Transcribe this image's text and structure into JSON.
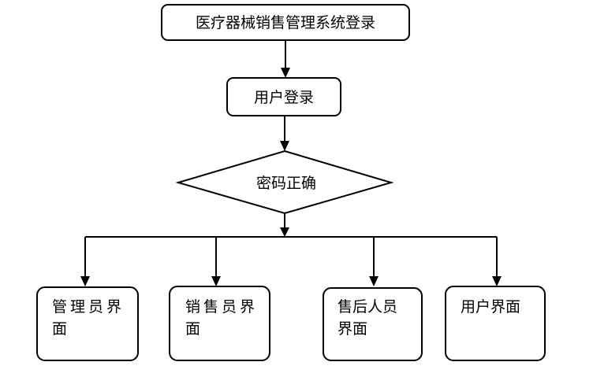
{
  "nodes": {
    "title": "医疗器械销售管理系统登录",
    "user_login": "用户登录",
    "password_check": "密码正确",
    "admin_page_line1": "管理员界",
    "admin_page_line2": "面",
    "sales_page_line1": "销售员界",
    "sales_page_line2": "面",
    "aftersales_page_line1": "售后人员",
    "aftersales_page_line2": "界面",
    "user_page": "用户界面"
  },
  "colors": {
    "stroke": "#000000",
    "fill": "#ffffff",
    "text": "#000000"
  }
}
